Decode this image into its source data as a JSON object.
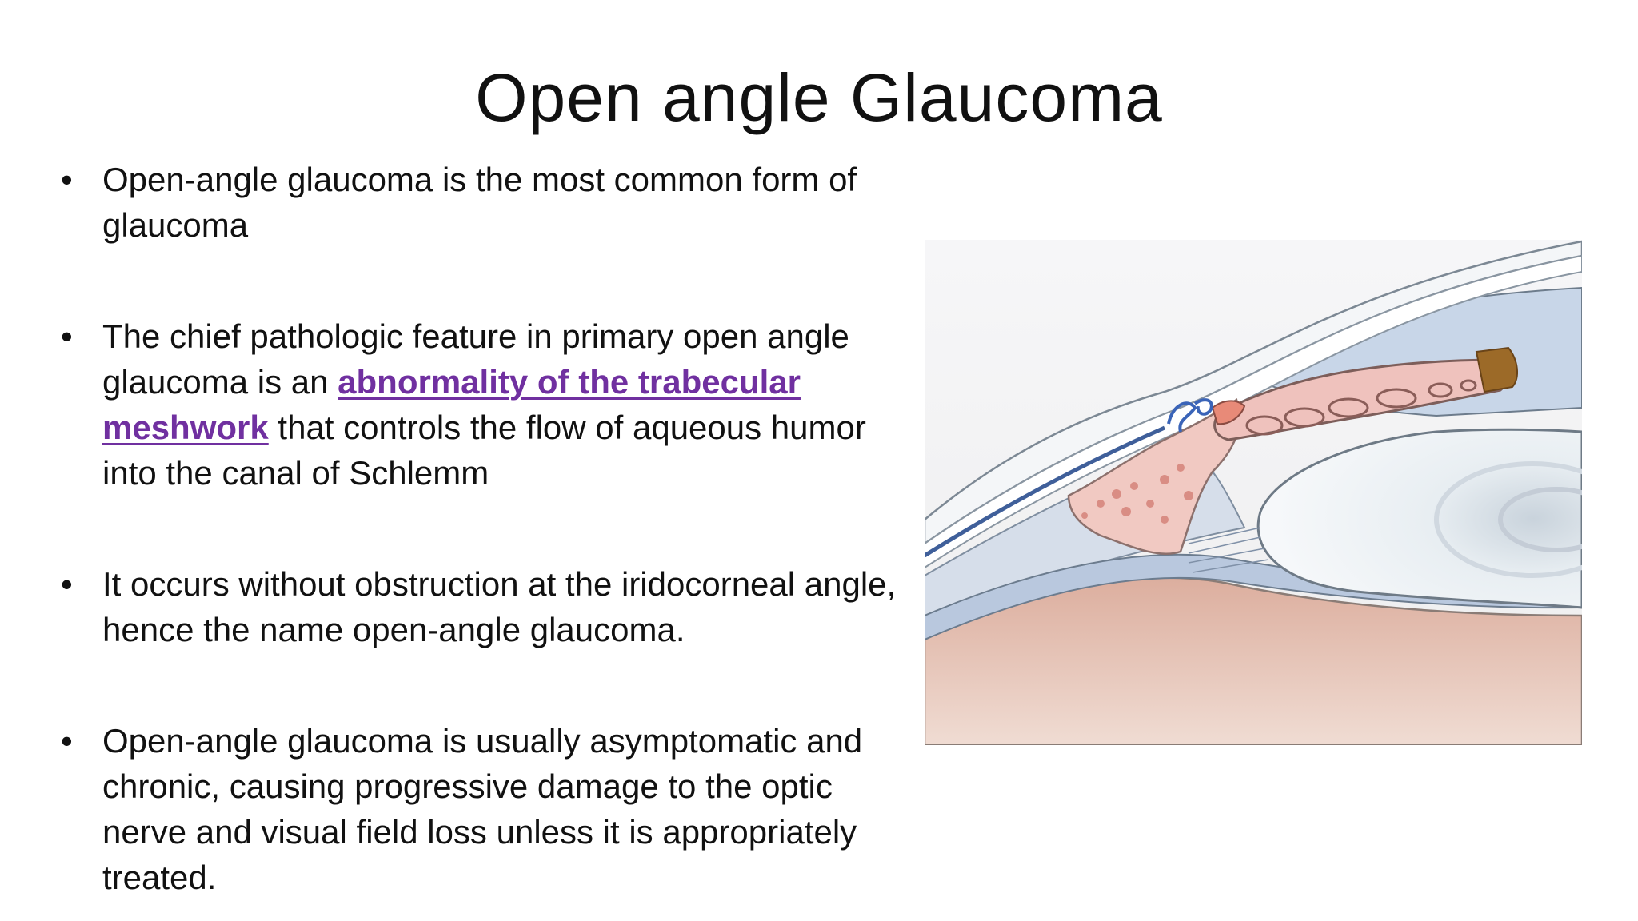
{
  "slide": {
    "title": "Open angle Glaucoma",
    "bullet_symbol": "•",
    "bullets": [
      {
        "text": "Open-angle glaucoma is the most common form of glaucoma"
      },
      {
        "text_before": "The chief pathologic feature in primary open angle glaucoma is an ",
        "link_text": "abnormality of the trabecular meshwork",
        "text_after": " that controls the flow of aqueous humor into the canal of Schlemm"
      },
      {
        "text": " It occurs without obstruction at the iridocorneal angle, hence the name open-angle glaucoma."
      },
      {
        "text": "Open-angle glaucoma is usually asymptomatic and chronic, causing progressive damage to the optic nerve and visual field loss unless it is appropriately treated."
      }
    ],
    "colors": {
      "text": "#111111",
      "link": "#7030a0",
      "background": "#ffffff"
    }
  }
}
